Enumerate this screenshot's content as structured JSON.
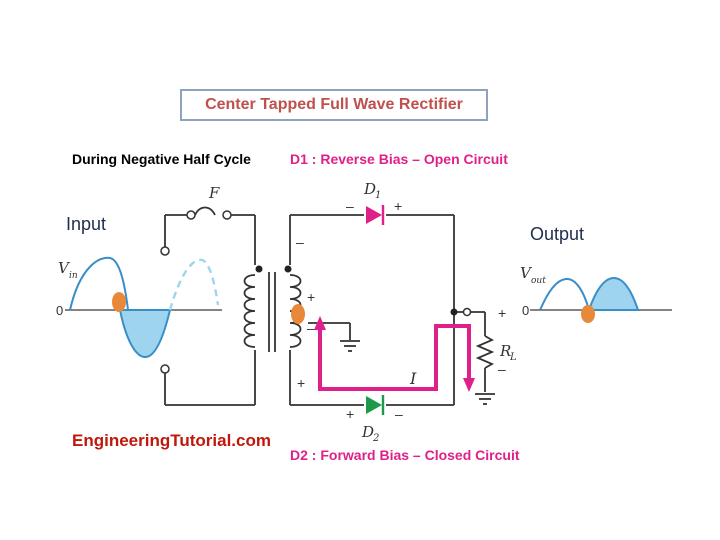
{
  "title": "Center Tapped Full Wave Rectifier",
  "cycle_label": "During Negative Half Cycle",
  "d1_status": "D1 : Reverse  Bias – Open Circuit",
  "d2_status": "D2 : Forward Bias – Closed Circuit",
  "input_label": "Input",
  "output_label": "Output",
  "brand": "EngineeringTutorial.com",
  "symbols": {
    "vin": "V",
    "vin_sub": "in",
    "vout": "V",
    "vout_sub": "out",
    "fuse": "F",
    "d1": "D",
    "d1_sub": "1",
    "d2": "D",
    "d2_sub": "2",
    "rl": "R",
    "rl_sub": "L",
    "current": "I",
    "zero_in": "0",
    "zero_out": "0",
    "plus": "+",
    "minus": "–"
  },
  "colors": {
    "title_text": "#c0504d",
    "title_border": "#8ea3bd",
    "pink": "#e0208a",
    "d2_green": "#1a9a4a",
    "wave_fill": "#9fd4ee",
    "wave_stroke": "#3a8ec8",
    "marker": "#e8893a",
    "wire": "#333333"
  }
}
